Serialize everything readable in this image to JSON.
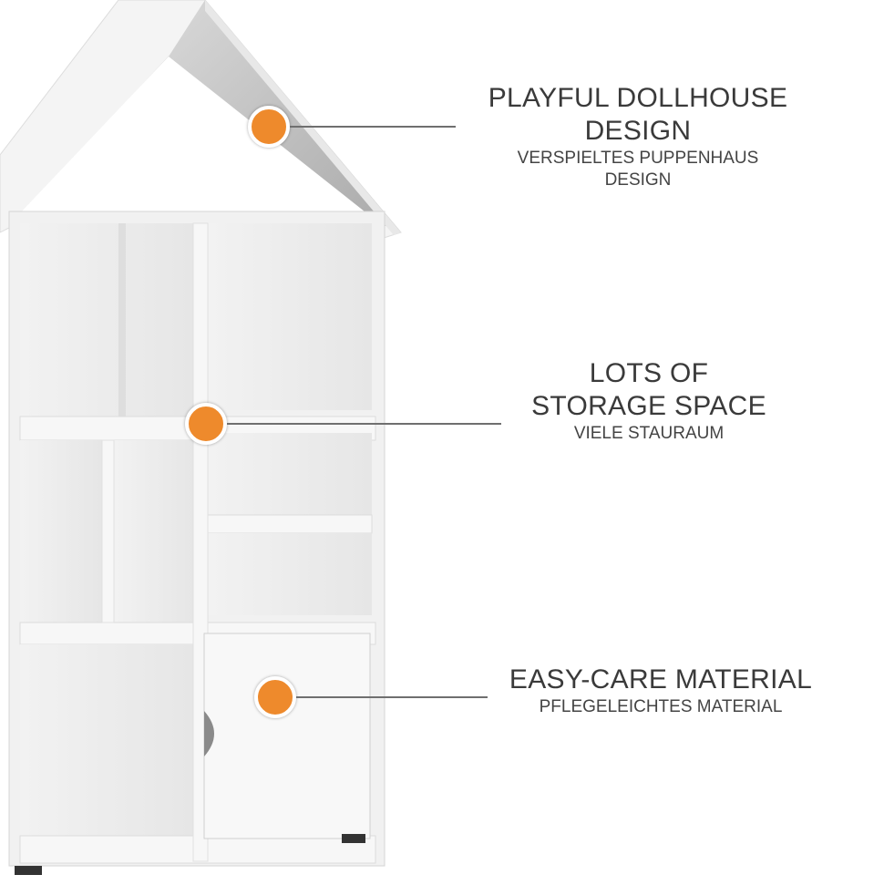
{
  "accent_color": "#EE8A2C",
  "features": [
    {
      "title_lines": [
        "PLAYFUL DOLLHOUSE",
        "DESIGN"
      ],
      "subtitle_lines": [
        "VERSPIELTES PUPPENHAUS",
        "DESIGN"
      ]
    },
    {
      "title_lines": [
        "LOTS OF",
        "STORAGE SPACE"
      ],
      "subtitle_lines": [
        "VIELE STAURAUM"
      ]
    },
    {
      "title_lines": [
        "EASY-CARE MATERIAL"
      ],
      "subtitle_lines": [
        "PFLEGELEICHTES MATERIAL"
      ]
    }
  ]
}
